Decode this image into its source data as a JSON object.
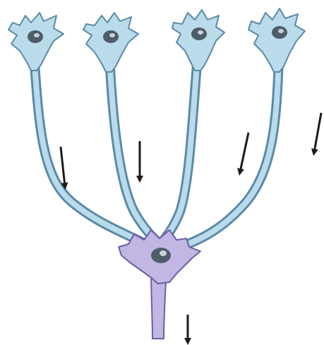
{
  "diagram": {
    "colors": {
      "background": "#ffffff",
      "upper_neuron_fill": "#b9dbea",
      "upper_neuron_stroke": "#5c8aa8",
      "lower_neuron_fill": "#c1b6e4",
      "lower_neuron_stroke": "#6e5fa0",
      "nucleus_fill": "#4e5d6a",
      "nucleus_highlight": "#c9d2d8",
      "arrow": "#1c1c1c"
    },
    "upper_neurons": [
      {
        "name": "upper-neuron-1"
      },
      {
        "name": "upper-neuron-2"
      },
      {
        "name": "upper-neuron-3"
      },
      {
        "name": "upper-neuron-4"
      }
    ],
    "lower_neuron": {
      "name": "lower-neuron"
    },
    "arrows": [
      {
        "name": "signal-arrow-1",
        "direction": "down"
      },
      {
        "name": "signal-arrow-2",
        "direction": "down"
      },
      {
        "name": "signal-arrow-3",
        "direction": "down"
      },
      {
        "name": "signal-arrow-4",
        "direction": "down"
      },
      {
        "name": "signal-arrow-5",
        "direction": "down"
      }
    ]
  }
}
